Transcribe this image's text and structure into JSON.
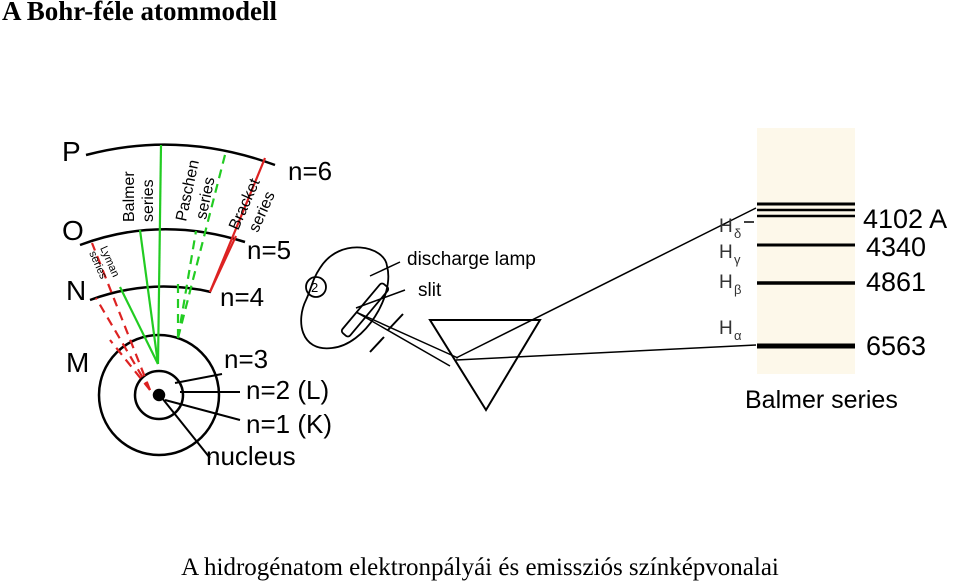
{
  "title": "A Bohr-féle atommodell",
  "caption": "A hidrogénatom elektronpályái és emissziós színképvonalai",
  "shells": {
    "P": "P",
    "O": "O",
    "N": "N",
    "M": "M"
  },
  "levels": {
    "n6": "n=6",
    "n5": "n=5",
    "n4": "n=4",
    "n3": "n=3",
    "n2": "n=2 (L)",
    "n1": "n=1 (K)",
    "nucleus": "nucleus"
  },
  "series_labels": {
    "balmer": [
      "Balmer",
      "series"
    ],
    "paschen": [
      "Paschen",
      "series"
    ],
    "bracket": [
      "Bracket",
      "series"
    ],
    "lyman": [
      "Lyman",
      "series"
    ]
  },
  "apparatus": {
    "lamp": "discharge lamp",
    "slit": "slit",
    "lamp_mark": "2"
  },
  "spectrum": {
    "lines": [
      {
        "label": "H",
        "sub": "δ",
        "wavelength": "4102 A"
      },
      {
        "label": "H",
        "sub": "γ",
        "wavelength": "4340"
      },
      {
        "label": "H",
        "sub": "β",
        "wavelength": "4861"
      },
      {
        "label": "H",
        "sub": "α",
        "wavelength": "6563"
      }
    ],
    "name": "Balmer series"
  },
  "colors": {
    "balmer": "#22cc22",
    "paschen": "#22cc22",
    "bracket": "#dd2222",
    "lyman": "#dd2222",
    "spectrum_bg": "#fdf8ea"
  }
}
